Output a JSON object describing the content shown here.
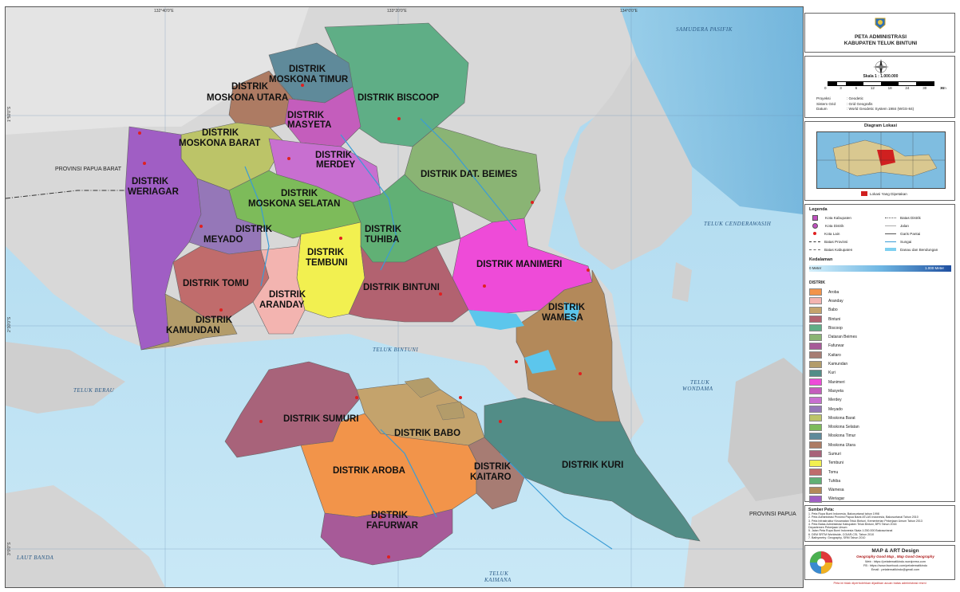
{
  "map": {
    "labels": {
      "biscoop": "DISTRIK BISCOOP",
      "moskona_timur": [
        "DISTRIK",
        "MOSKONA TIMUR"
      ],
      "moskona_utara": [
        "DISTRIK",
        "MOSKONA UTARA"
      ],
      "masyeta": [
        "DISTRIK",
        "MASYETA"
      ],
      "moskona_barat": [
        "DISTRIK",
        "MOSKONA BARAT"
      ],
      "merdey": [
        "DISTRIK",
        "MERDEY"
      ],
      "dat_beimes": "DISTRIK DAT. BEIMES",
      "weriagar": [
        "DISTRIK",
        "WERIAGAR"
      ],
      "moskona_selatan": [
        "DISTRIK",
        "MOSKONA SELATAN"
      ],
      "meyado": [
        "DISTRIK",
        "MEYADO"
      ],
      "tuhiba": [
        "DISTRIK",
        "TUHIBA"
      ],
      "tembuni": [
        "DISTRIK",
        "TEMBUNI"
      ],
      "manimeri": "DISTRIK MANIMERI",
      "tomu": "DISTRIK TOMU",
      "aranday": [
        "DISTRIK",
        "ARANDAY"
      ],
      "bintuni": "DISTRIK BINTUNI",
      "wamesa": [
        "DISTRIK",
        "WAMESA"
      ],
      "kamundan": [
        "DISTRIK",
        "KAMUNDAN"
      ],
      "sumuri": "DISTRIK SUMURI",
      "babo": "DISTRIK BABO",
      "kuri": "DISTRIK KURI",
      "aroba": "DISTRIK AROBA",
      "kaitaro": [
        "DISTRIK",
        "KAITARO"
      ],
      "fafurwar": [
        "DISTRIK",
        "FAFURWAR"
      ]
    },
    "sea_labels": {
      "samudera_pasifik": "SAMUDERA PASIFIK",
      "teluk_cenderawasih": "TELUK CENDERAWASIH",
      "teluk_bintuni": "TELUK BINTUNI",
      "teluk_berau": "TELUK BERAU",
      "teluk_wondama": [
        "TELUK",
        "WONDAMA"
      ],
      "laut_banda": "LAUT BANDA",
      "teluk_kaimana": [
        "TELUK",
        "KAIMANA"
      ]
    },
    "province_labels": {
      "papua_barat": "PROVINSI PAPUA BARAT",
      "papua": "PROVINSI PAPUA"
    },
    "coords": {
      "top": [
        "132°40'0\"E",
        "133°20'0\"E",
        "134°0'0\"E"
      ],
      "left": [
        "1°50'0\"S",
        "2°30'0\"S",
        "3°0'0\"S"
      ]
    }
  },
  "panel": {
    "title": [
      "PETA ADMINISTRASI",
      "KABUPATEN TELUK BINTUNI"
    ],
    "compass": "N",
    "scale": "Skala 1 : 1.000.000",
    "scale_ticks": [
      "0",
      "3",
      "6",
      "12",
      "18",
      "24",
      "30",
      "36"
    ],
    "km": "Km",
    "projection": [
      [
        "Proyeksi",
        ": Geodetic"
      ],
      [
        "Sistem Grid",
        ": Grid Geografis"
      ],
      [
        "Datum",
        ": World Geodetic System 1984 (WGS-84)"
      ]
    ],
    "inset_title": "Diagram Lokasi",
    "inset_legend": "Lokasi Yang Dipetakan",
    "legend_title": "Legenda",
    "legend_left": [
      "Kota Kabupaten",
      "Kota Distrik",
      "Kota Lain",
      "Batas Provinsi",
      "Batas Kabupaten"
    ],
    "legend_right": [
      "Batas Distrik",
      "Jalan",
      "Garis Pantai",
      "Sungai",
      "Danau dan Bendungan"
    ],
    "depth_title": "Kedalaman",
    "depth_min": "0 Meter",
    "depth_max": "1.000 Meter",
    "district_title": "DISTRIK",
    "districts": [
      {
        "name": "Aroba",
        "color": "#f2944a"
      },
      {
        "name": "Aranday",
        "color": "#f3b4b0"
      },
      {
        "name": "Babo",
        "color": "#c4a36c"
      },
      {
        "name": "Bintuni",
        "color": "#b26270"
      },
      {
        "name": "Biscoop",
        "color": "#5fae86"
      },
      {
        "name": "Dataran Beimes",
        "color": "#8ab474"
      },
      {
        "name": "Fafurwar",
        "color": "#a75a98"
      },
      {
        "name": "Kaitaro",
        "color": "#a77c73"
      },
      {
        "name": "Kamundan",
        "color": "#b39c6a"
      },
      {
        "name": "Kuri",
        "color": "#528d87"
      },
      {
        "name": "Manimeri",
        "color": "#ee4bd8"
      },
      {
        "name": "Masyeta",
        "color": "#c45dbc"
      },
      {
        "name": "Merdey",
        "color": "#c86fd0"
      },
      {
        "name": "Meyado",
        "color": "#9577b8"
      },
      {
        "name": "Moskona Barat",
        "color": "#bcc468"
      },
      {
        "name": "Moskona Selatan",
        "color": "#7dbb5a"
      },
      {
        "name": "Moskona Timur",
        "color": "#5f8a9a"
      },
      {
        "name": "Moskona Utara",
        "color": "#ad7b63"
      },
      {
        "name": "Sumuri",
        "color": "#a8637a"
      },
      {
        "name": "Tembuni",
        "color": "#f2f050"
      },
      {
        "name": "Tomu",
        "color": "#c06c6c"
      },
      {
        "name": "Tuhiba",
        "color": "#61b075"
      },
      {
        "name": "Wamesa",
        "color": "#b3895a"
      },
      {
        "name": "Weriagar",
        "color": "#a05ec4"
      }
    ],
    "sources_title": "Sumber Peta:",
    "sources": [
      "1. Peta Rupa Bumi Indonesia, Bakosurtanal tahun 1998",
      "2. Peta Administrasi Provinsi Papua Barat ATLAS Indonesia, Bakosurtanal Tahun 2010",
      "3. Peta Infrastruktur Kecamatan Teluk Bintuni, Kementerian Pekerjaan Umum Tahun 2013",
      "4. Peta Batas Administrasi Kabupaten Teluk Bintuni, BPS Tahun 2016",
      "   Departemen Pekerjaan Umum",
      "5. Jalan Peta Rupa Bumi Indonesia Skala 1:250.000 Bakosurtanal",
      "6. DEM SRTM Worldwide, CGIAR-CSI, Tahun 2010",
      "7. Bathymetry: Geography, SRM Tahun 2010"
    ],
    "brand_title": "MAP & ART Design",
    "brand_subtitle": "Geography Good Map , Map Good Geography",
    "brand_lines": [
      "Web : https://petatematikindo.wordpress.com",
      "FB : https://www.facebook.com/petatematikindo",
      "Email : petatematikindo@gmail.com"
    ],
    "footer": "Peta ini tidak diperbolehkan dijadikan acuan batas administrasi resmi"
  }
}
